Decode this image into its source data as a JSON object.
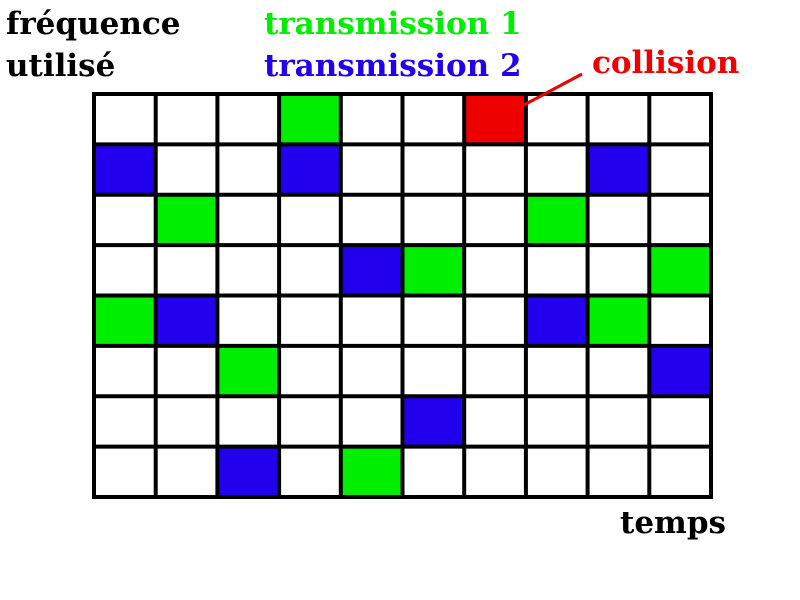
{
  "yaxis": {
    "line1": "fréquence",
    "line2": "utilisé"
  },
  "xaxis": {
    "label": "temps"
  },
  "legend": {
    "items": [
      {
        "label": "transmission 1",
        "color": "#00ee00"
      },
      {
        "label": "transmission 2",
        "color": "#2200ee"
      }
    ]
  },
  "collision": {
    "label": "collision",
    "color": "#ee0000"
  },
  "grid": {
    "columns": 10,
    "rows": 8,
    "empty_color": "#ffffff",
    "line_color": "#000000",
    "cells": [
      {
        "row": 0,
        "col": 3,
        "state": "transmission 1"
      },
      {
        "row": 0,
        "col": 6,
        "state": "collision"
      },
      {
        "row": 1,
        "col": 0,
        "state": "transmission 2"
      },
      {
        "row": 1,
        "col": 3,
        "state": "transmission 2"
      },
      {
        "row": 1,
        "col": 8,
        "state": "transmission 2"
      },
      {
        "row": 2,
        "col": 1,
        "state": "transmission 1"
      },
      {
        "row": 2,
        "col": 7,
        "state": "transmission 1"
      },
      {
        "row": 3,
        "col": 4,
        "state": "transmission 2"
      },
      {
        "row": 3,
        "col": 5,
        "state": "transmission 1"
      },
      {
        "row": 3,
        "col": 9,
        "state": "transmission 1"
      },
      {
        "row": 4,
        "col": 0,
        "state": "transmission 1"
      },
      {
        "row": 4,
        "col": 1,
        "state": "transmission 2"
      },
      {
        "row": 4,
        "col": 7,
        "state": "transmission 2"
      },
      {
        "row": 4,
        "col": 8,
        "state": "transmission 1"
      },
      {
        "row": 5,
        "col": 2,
        "state": "transmission 1"
      },
      {
        "row": 5,
        "col": 9,
        "state": "transmission 2"
      },
      {
        "row": 6,
        "col": 5,
        "state": "transmission 2"
      },
      {
        "row": 7,
        "col": 2,
        "state": "transmission 2"
      },
      {
        "row": 7,
        "col": 4,
        "state": "transmission 1"
      }
    ]
  }
}
